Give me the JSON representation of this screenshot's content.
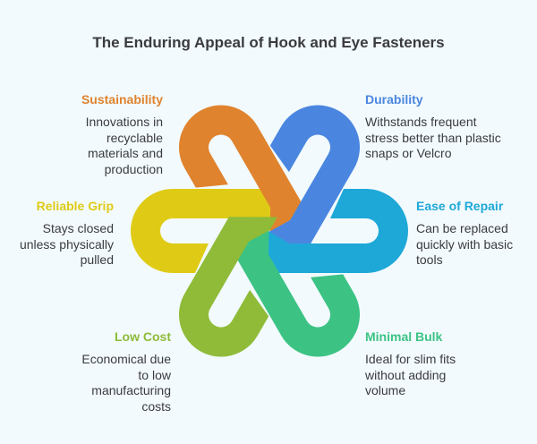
{
  "title": "The Enduring Appeal of Hook and Eye Fasteners",
  "items": [
    {
      "key": "sustainability",
      "heading": "Sustainability",
      "text": "Innovations in recyclable materials and production",
      "color": "#e0832e"
    },
    {
      "key": "durability",
      "heading": "Durability",
      "text": "Withstands frequent stress better than plastic snaps or Velcro",
      "color": "#4a86e0"
    },
    {
      "key": "reliable-grip",
      "heading": "Reliable Grip",
      "text": "Stays closed unless physically pulled",
      "color": "#dfcb16"
    },
    {
      "key": "ease-of-repair",
      "heading": "Ease of Repair",
      "text": "Can be replaced quickly with basic tools",
      "color": "#1ea8d8"
    },
    {
      "key": "low-cost",
      "heading": "Low Cost",
      "text": "Economical due to low manufacturing costs",
      "color": "#8fbb38"
    },
    {
      "key": "minimal-bulk",
      "heading": "Minimal Bulk",
      "text": "Ideal for slim fits without adding volume",
      "color": "#3cc384"
    }
  ]
}
